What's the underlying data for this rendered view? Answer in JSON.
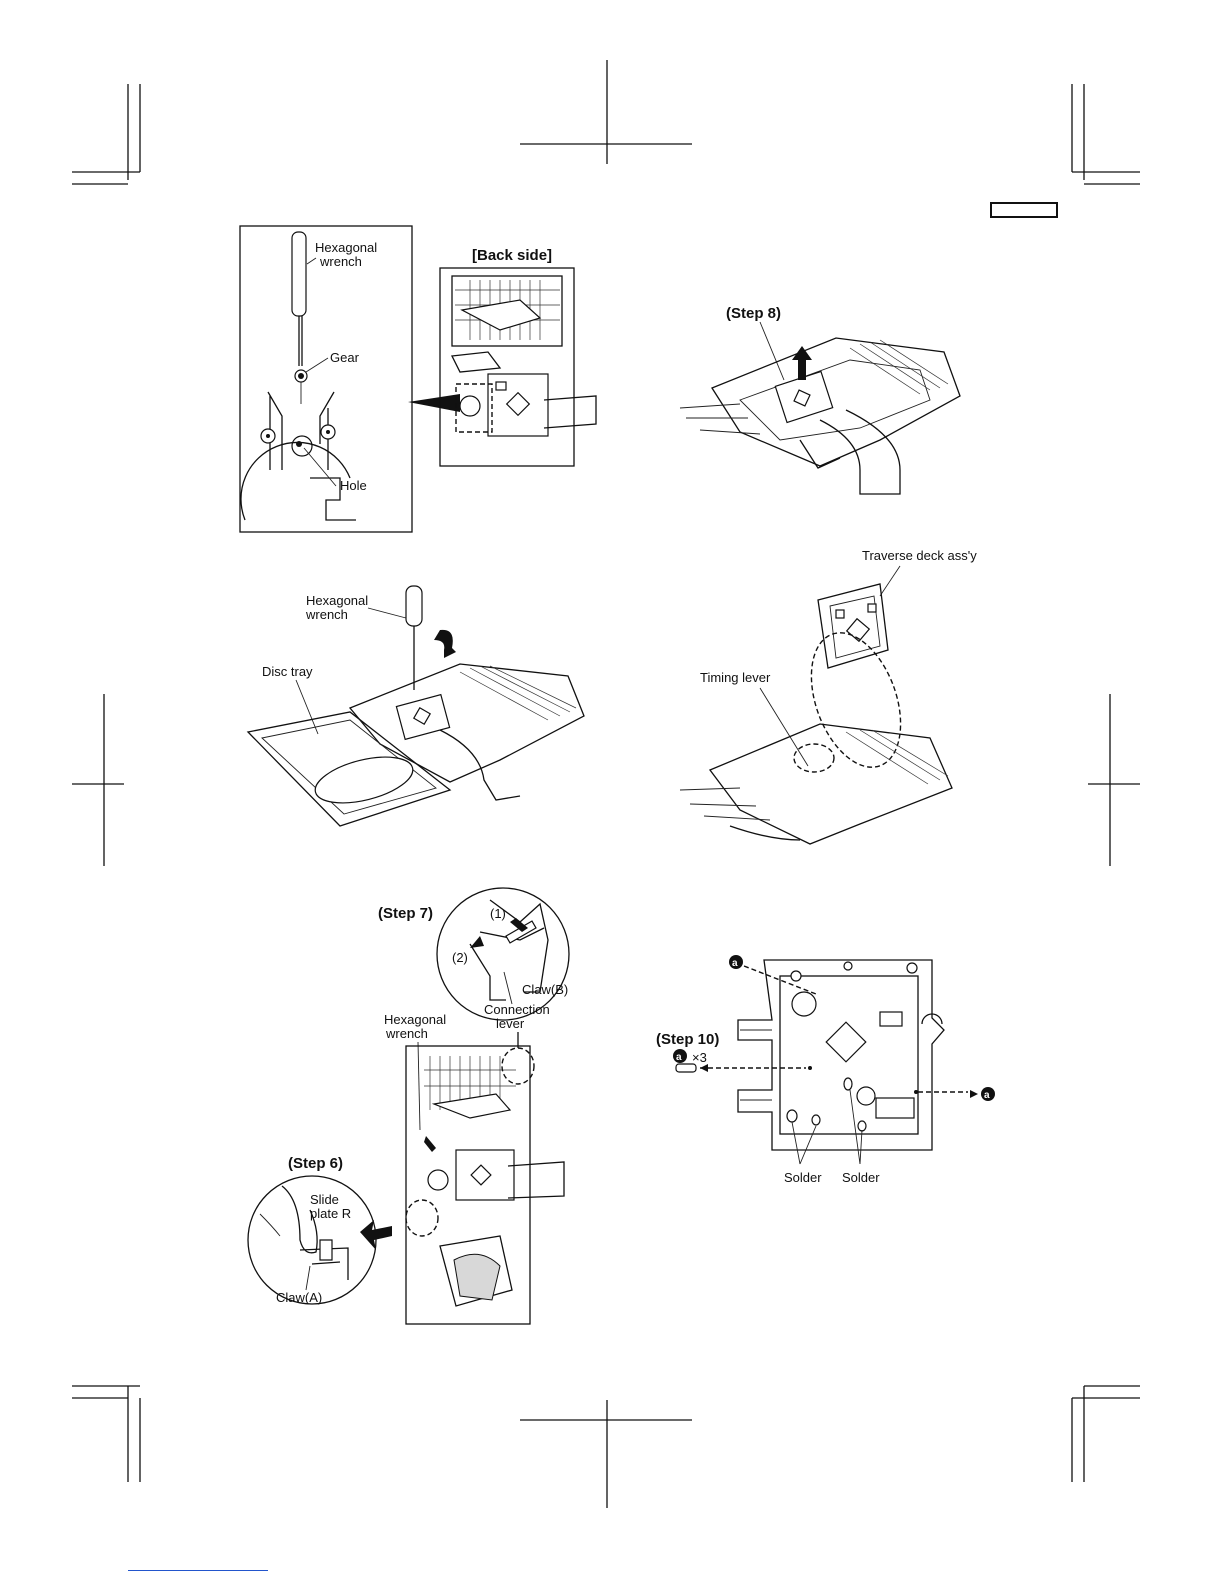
{
  "fig1": {
    "hex_wrench": "Hexagonal\nwrench",
    "hex_wrench_l1": "Hexagonal",
    "hex_wrench_l2": "wrench",
    "gear": "Gear",
    "hole": "Hole",
    "back_side": "[Back side]"
  },
  "fig2": {
    "step": "(Step 8)"
  },
  "fig3": {
    "hex_wrench_l1": "Hexagonal",
    "hex_wrench_l2": "wrench",
    "disc_tray": "Disc tray"
  },
  "fig4": {
    "traverse": "Traverse deck ass'y",
    "timing": "Timing lever"
  },
  "fig5": {
    "step7": "(Step 7)",
    "step6": "(Step 6)",
    "marker1": "(1)",
    "marker2": "(2)",
    "claw_b": "Claw(B)",
    "connection_l1": "Connection",
    "connection_l2": "lever",
    "hex_wrench_l1": "Hexagonal",
    "hex_wrench_l2": "wrench",
    "slide_l1": "Slide",
    "slide_l2": "plate R",
    "claw_a": "Claw(A)"
  },
  "fig6": {
    "step10": "(Step 10)",
    "screw_code": "a",
    "screw_count": "×3",
    "solder1": "Solder",
    "solder2": "Solder"
  },
  "colors": {
    "ink": "#111111",
    "link": "#2255cc"
  }
}
